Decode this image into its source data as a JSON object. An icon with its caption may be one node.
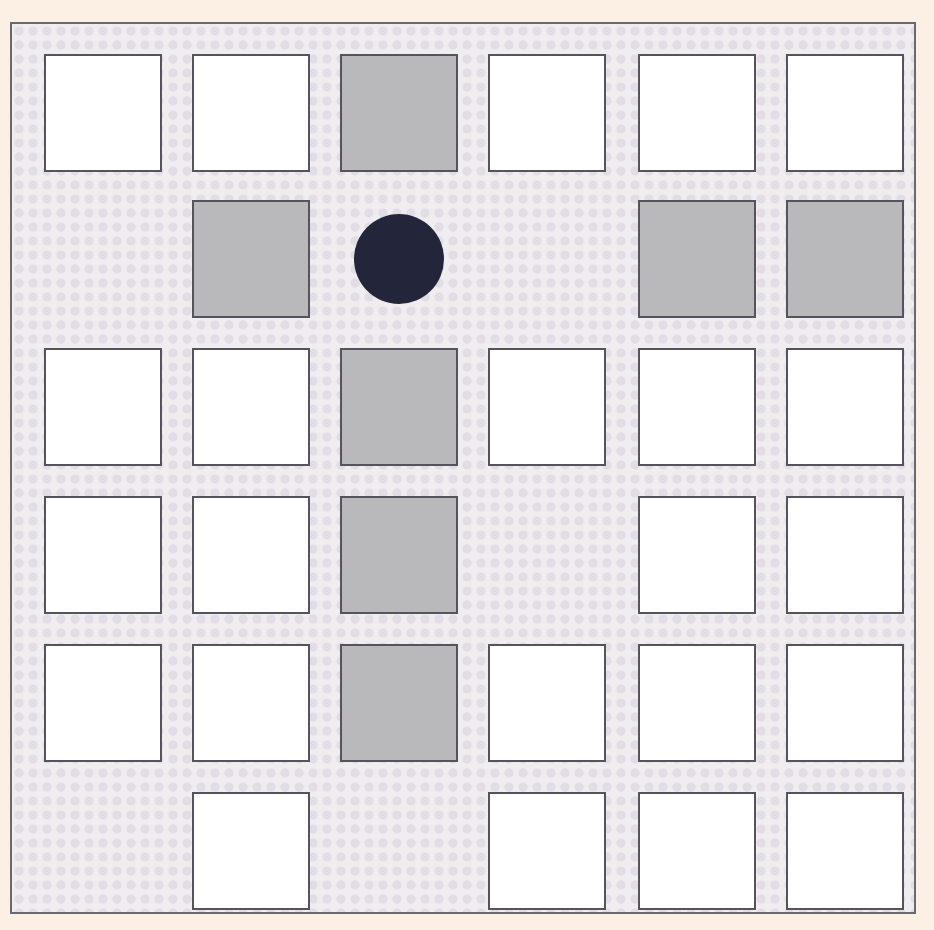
{
  "diagram": {
    "nodes": [
      {
        "text": [],
        "shape": "box"
      },
      {
        "text": [],
        "shape": "box"
      },
      {
        "text": [],
        "shape": "box"
      },
      {
        "text": [],
        "shape": "box"
      },
      {
        "text": [],
        "shape": "box"
      },
      {
        "text": [],
        "shape": "box"
      },
      {
        "text": [],
        "shape": "box"
      },
      {
        "text": [],
        "shape": "circle"
      },
      {
        "text": [],
        "shape": "box"
      },
      {
        "text": [],
        "shape": "box"
      },
      {
        "text": [],
        "shape": "box"
      },
      {
        "text": [],
        "shape": "box"
      },
      {
        "text": [],
        "shape": "box"
      },
      {
        "text": [],
        "shape": "box"
      },
      {
        "text": [],
        "shape": "box"
      },
      {
        "text": [],
        "shape": "box"
      },
      {
        "text": [],
        "shape": "box"
      },
      {
        "text": [],
        "shape": "box"
      },
      {
        "text": [],
        "shape": "box"
      },
      {
        "text": [],
        "shape": "box"
      },
      {
        "text": [],
        "shape": "box"
      },
      {
        "text": [],
        "shape": "box"
      },
      {
        "text": [],
        "shape": "box"
      },
      {
        "text": [],
        "shape": "box"
      },
      {
        "text": [],
        "shape": "box"
      },
      {
        "text": [],
        "shape": "box"
      },
      {
        "text": [],
        "shape": "box"
      },
      {
        "text": [],
        "shape": "box"
      },
      {
        "text": [],
        "shape": "box"
      },
      {
        "text": [],
        "shape": "box"
      },
      {
        "text": [],
        "shape": "box"
      }
    ]
  }
}
